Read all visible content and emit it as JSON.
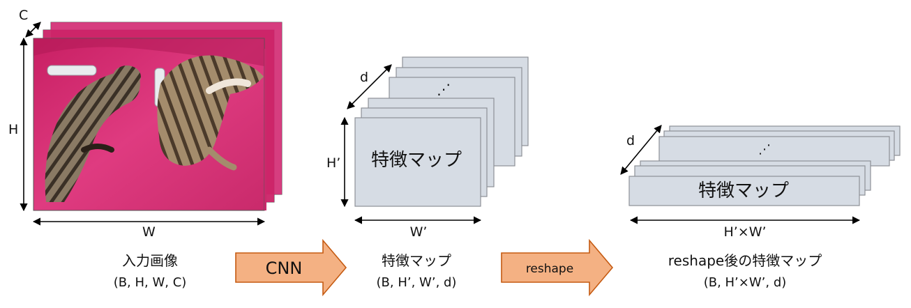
{
  "input": {
    "dim_c": "C",
    "dim_h": "H",
    "dim_w": "W",
    "caption": "入力画像",
    "shape": "(B, H, W, C)"
  },
  "cnn_arrow": {
    "label": "CNN",
    "color": "#f4b183",
    "border": "#c55a11"
  },
  "feature": {
    "dim_d": "d",
    "dim_h": "H’",
    "dim_w": "W’",
    "card_label": "特徴マップ",
    "ellipsis": "⋰",
    "caption": "特徴マップ",
    "shape": "(B, H’, W’, d)"
  },
  "reshape_arrow": {
    "label": "reshape",
    "color": "#f4b183",
    "border": "#c55a11"
  },
  "reshaped": {
    "dim_d": "d",
    "dim_hw": "H’×W’",
    "card_label": "特徴マップ",
    "ellipsis": "⋰",
    "caption": "reshape後の特徴マップ",
    "shape": "(B, H’×W’, d)"
  },
  "colors": {
    "card_fill": "#d6dce4",
    "photo_bg": "#d42a73"
  }
}
